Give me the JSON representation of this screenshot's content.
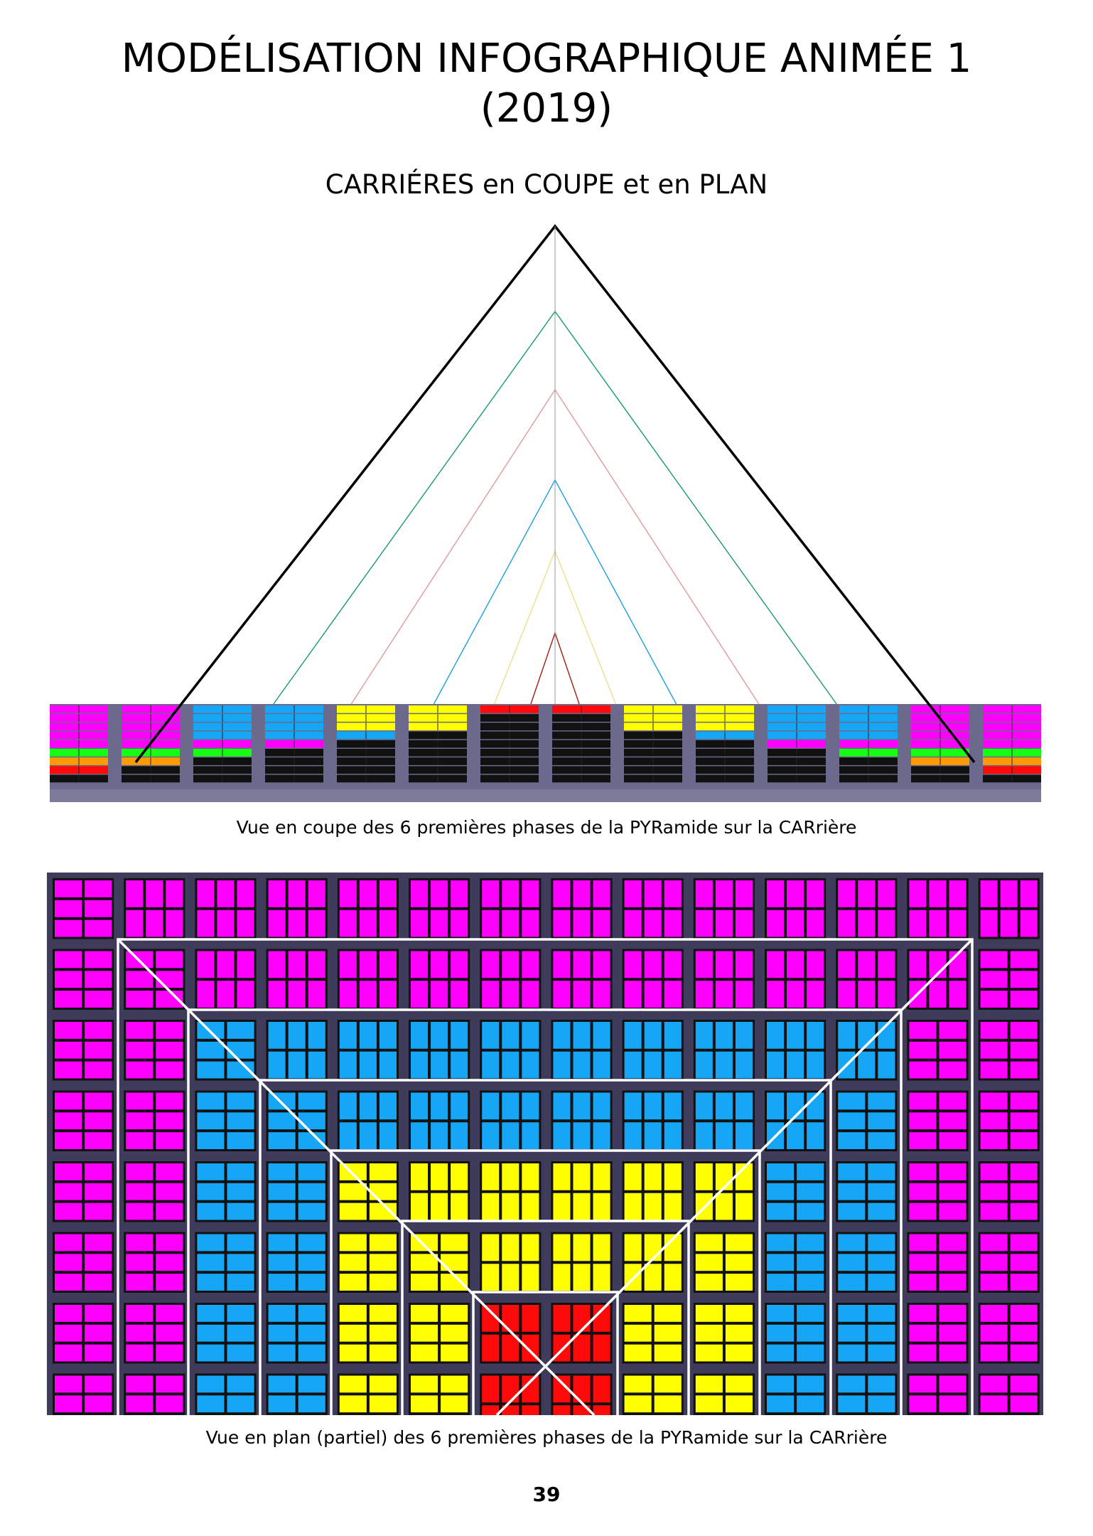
{
  "page": {
    "title_line1": "MODÉLISATION INFOGRAPHIQUE ANIMÉE 1",
    "title_line2": "(2019)",
    "subtitle": "CARRIÉRES en COUPE et en PLAN",
    "caption_section": "Vue en coupe des 6 premières phases de la PYRamide sur la CARrière",
    "caption_plan": "Vue en plan (partiel) des 6 premières phases de la PYRamide sur la CARrière",
    "page_number": "39"
  },
  "colors": {
    "background_dark": "#3e3c5a",
    "bench_frame": "#6c6a8c",
    "magenta": "#ff00ff",
    "blue": "#15a6f5",
    "yellow": "#ffff00",
    "red": "#ff0a0a",
    "green": "#14ff14",
    "orange": "#ff9a00",
    "black": "#111111",
    "outline_white": "#ffffff"
  },
  "section_view": {
    "phase_outline_colors": [
      "#000000",
      "#1a9a6a",
      "#e49a9a",
      "#1fa0d8",
      "#e8e090",
      "#a02010"
    ],
    "column_layers": [
      [
        "magenta",
        "magenta",
        "magenta",
        "magenta",
        "magenta",
        "green",
        "orange",
        "red",
        "black"
      ],
      [
        "magenta",
        "magenta",
        "magenta",
        "magenta",
        "magenta",
        "green",
        "orange",
        "black",
        "black"
      ],
      [
        "blue",
        "blue",
        "blue",
        "blue",
        "magenta",
        "green",
        "black",
        "black",
        "black"
      ],
      [
        "blue",
        "blue",
        "blue",
        "blue",
        "magenta",
        "black",
        "black",
        "black",
        "black"
      ],
      [
        "yellow",
        "yellow",
        "yellow",
        "blue",
        "black",
        "black",
        "black",
        "black",
        "black"
      ],
      [
        "yellow",
        "yellow",
        "yellow",
        "black",
        "black",
        "black",
        "black",
        "black",
        "black"
      ],
      [
        "red",
        "black",
        "black",
        "black",
        "black",
        "black",
        "black",
        "black",
        "black"
      ],
      [
        "red",
        "black",
        "black",
        "black",
        "black",
        "black",
        "black",
        "black",
        "black"
      ],
      [
        "yellow",
        "yellow",
        "yellow",
        "black",
        "black",
        "black",
        "black",
        "black",
        "black"
      ],
      [
        "yellow",
        "yellow",
        "yellow",
        "blue",
        "black",
        "black",
        "black",
        "black",
        "black"
      ],
      [
        "blue",
        "blue",
        "blue",
        "blue",
        "magenta",
        "black",
        "black",
        "black",
        "black"
      ],
      [
        "blue",
        "blue",
        "blue",
        "blue",
        "magenta",
        "green",
        "black",
        "black",
        "black"
      ],
      [
        "magenta",
        "magenta",
        "magenta",
        "magenta",
        "magenta",
        "green",
        "orange",
        "black",
        "black"
      ],
      [
        "magenta",
        "magenta",
        "magenta",
        "magenta",
        "magenta",
        "green",
        "orange",
        "red",
        "black"
      ]
    ]
  },
  "plan_view": {
    "grid": [
      [
        "magenta",
        "magenta",
        "magenta",
        "magenta",
        "magenta",
        "magenta",
        "magenta",
        "magenta",
        "magenta",
        "magenta",
        "magenta",
        "magenta",
        "magenta",
        "magenta"
      ],
      [
        "magenta",
        "magenta",
        "magenta",
        "magenta",
        "magenta",
        "magenta",
        "magenta",
        "magenta",
        "magenta",
        "magenta",
        "magenta",
        "magenta",
        "magenta",
        "magenta"
      ],
      [
        "magenta",
        "magenta",
        "blue",
        "blue",
        "blue",
        "blue",
        "blue",
        "blue",
        "blue",
        "blue",
        "blue",
        "blue",
        "magenta",
        "magenta"
      ],
      [
        "magenta",
        "magenta",
        "blue",
        "blue",
        "blue",
        "blue",
        "blue",
        "blue",
        "blue",
        "blue",
        "blue",
        "blue",
        "magenta",
        "magenta"
      ],
      [
        "magenta",
        "magenta",
        "blue",
        "blue",
        "yellow",
        "yellow",
        "yellow",
        "yellow",
        "yellow",
        "yellow",
        "blue",
        "blue",
        "magenta",
        "magenta"
      ],
      [
        "magenta",
        "magenta",
        "blue",
        "blue",
        "yellow",
        "yellow",
        "yellow",
        "yellow",
        "yellow",
        "yellow",
        "blue",
        "blue",
        "magenta",
        "magenta"
      ],
      [
        "magenta",
        "magenta",
        "blue",
        "blue",
        "yellow",
        "yellow",
        "red",
        "red",
        "yellow",
        "yellow",
        "blue",
        "blue",
        "magenta",
        "magenta"
      ],
      [
        "magenta",
        "magenta",
        "blue",
        "blue",
        "yellow",
        "yellow",
        "red",
        "red",
        "yellow",
        "yellow",
        "blue",
        "blue",
        "magenta",
        "magenta"
      ]
    ],
    "cell_pattern": [
      [
        "h",
        "v",
        "v",
        "v",
        "v",
        "v",
        "v",
        "v",
        "v",
        "v",
        "v",
        "v",
        "v",
        "v"
      ],
      [
        "h",
        "h",
        "v",
        "v",
        "v",
        "v",
        "v",
        "v",
        "v",
        "v",
        "v",
        "v",
        "v",
        "h"
      ],
      [
        "h",
        "h",
        "h",
        "v",
        "v",
        "v",
        "v",
        "v",
        "v",
        "v",
        "v",
        "v",
        "h",
        "h"
      ],
      [
        "h",
        "h",
        "h",
        "h",
        "v",
        "v",
        "v",
        "v",
        "v",
        "v",
        "v",
        "h",
        "h",
        "h"
      ],
      [
        "h",
        "h",
        "h",
        "h",
        "h",
        "v",
        "v",
        "v",
        "v",
        "v",
        "h",
        "h",
        "h",
        "h"
      ],
      [
        "h",
        "h",
        "h",
        "h",
        "h",
        "h",
        "v",
        "v",
        "v",
        "h",
        "h",
        "h",
        "h",
        "h"
      ],
      [
        "h",
        "h",
        "h",
        "h",
        "h",
        "h",
        "v",
        "v",
        "h",
        "h",
        "h",
        "h",
        "h",
        "h"
      ],
      [
        "h",
        "h",
        "h",
        "h",
        "h",
        "h",
        "v",
        "v",
        "h",
        "h",
        "h",
        "h",
        "h",
        "h"
      ]
    ]
  }
}
